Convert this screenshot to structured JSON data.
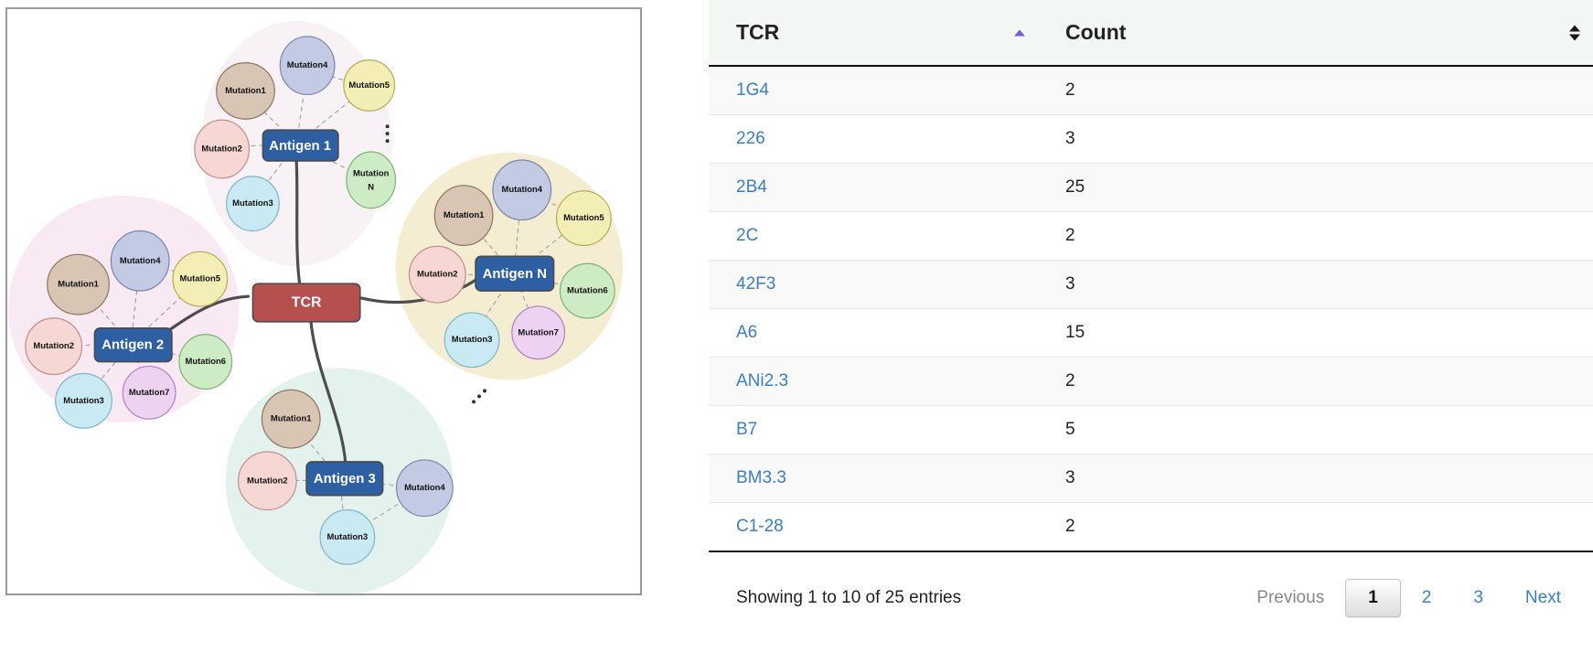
{
  "diagram": {
    "center": {
      "label": "TCR"
    },
    "ellipsis": {
      "vertical": "⋮",
      "diagonal": "⋰"
    },
    "clusters": [
      {
        "id": "antigen-1",
        "antigen": "Antigen 1",
        "halo_color": "#f8f1f6",
        "mutations": [
          {
            "label": "Mutation1",
            "fill": "#d8c5b4",
            "stroke": "#8a7560"
          },
          {
            "label": "Mutation4",
            "fill": "#c3cbe4",
            "stroke": "#7a84ab"
          },
          {
            "label": "Mutation5",
            "fill": "#f2eeb6",
            "stroke": "#b5ad52"
          },
          {
            "label": "Mutation2",
            "fill": "#f6d7d4",
            "stroke": "#c08d89"
          },
          {
            "label": "Mutation3",
            "fill": "#c9e9f3",
            "stroke": "#7fb5c8"
          },
          {
            "label": "Mutation N",
            "fill": "#cdecc6",
            "stroke": "#7fb273"
          }
        ]
      },
      {
        "id": "antigen-2",
        "antigen": "Antigen 2",
        "halo_color": "#f8e9f3",
        "mutations": [
          {
            "label": "Mutation1",
            "fill": "#d8c5b4",
            "stroke": "#8a7560"
          },
          {
            "label": "Mutation4",
            "fill": "#c3cbe4",
            "stroke": "#7a84ab"
          },
          {
            "label": "Mutation5",
            "fill": "#f2eeb6",
            "stroke": "#b5ad52"
          },
          {
            "label": "Mutation2",
            "fill": "#f6d7d4",
            "stroke": "#c08d89"
          },
          {
            "label": "Mutation3",
            "fill": "#c9e9f3",
            "stroke": "#7fb5c8"
          },
          {
            "label": "Mutation6",
            "fill": "#cdecc6",
            "stroke": "#7fb273"
          },
          {
            "label": "Mutation7",
            "fill": "#eed2f2",
            "stroke": "#b07ec0"
          }
        ]
      },
      {
        "id": "antigen-n",
        "antigen": "Antigen N",
        "halo_color": "#f4edd2",
        "mutations": [
          {
            "label": "Mutation1",
            "fill": "#d8c5b4",
            "stroke": "#8a7560"
          },
          {
            "label": "Mutation4",
            "fill": "#c3cbe4",
            "stroke": "#7a84ab"
          },
          {
            "label": "Mutation5",
            "fill": "#f2eeb6",
            "stroke": "#b5ad52"
          },
          {
            "label": "Mutation2",
            "fill": "#f6d7d4",
            "stroke": "#c08d89"
          },
          {
            "label": "Mutation6",
            "fill": "#cdecc6",
            "stroke": "#7fb273"
          },
          {
            "label": "Mutation3",
            "fill": "#c9e9f3",
            "stroke": "#7fb5c8"
          },
          {
            "label": "Mutation7",
            "fill": "#eed2f2",
            "stroke": "#b07ec0"
          }
        ]
      },
      {
        "id": "antigen-3",
        "antigen": "Antigen 3",
        "halo_color": "#e4f2ee",
        "mutations": [
          {
            "label": "Mutation1",
            "fill": "#d8c5b4",
            "stroke": "#8a7560"
          },
          {
            "label": "Mutation2",
            "fill": "#f6d7d4",
            "stroke": "#c08d89"
          },
          {
            "label": "Mutation4",
            "fill": "#c3cbe4",
            "stroke": "#7a84ab"
          },
          {
            "label": "Mutation3",
            "fill": "#c9e9f3",
            "stroke": "#7fb5c8"
          }
        ]
      }
    ],
    "colors": {
      "antigen_fill": "#2e5fa3",
      "tcr_fill": "#b6504e",
      "edge": "#4d4d4d",
      "dashed_edge": "#9e9e9e"
    }
  },
  "table": {
    "columns": [
      {
        "key": "tcr",
        "label": "TCR",
        "sort": "asc"
      },
      {
        "key": "count",
        "label": "Count",
        "sort": "none"
      }
    ],
    "rows": [
      {
        "tcr": "1G4",
        "count": "2"
      },
      {
        "tcr": "226",
        "count": "3"
      },
      {
        "tcr": "2B4",
        "count": "25"
      },
      {
        "tcr": "2C",
        "count": "2"
      },
      {
        "tcr": "42F3",
        "count": "3"
      },
      {
        "tcr": "A6",
        "count": "15"
      },
      {
        "tcr": "ANi2.3",
        "count": "2"
      },
      {
        "tcr": "B7",
        "count": "5"
      },
      {
        "tcr": "BM3.3",
        "count": "3"
      },
      {
        "tcr": "C1-28",
        "count": "2"
      }
    ],
    "footer": {
      "info": "Showing 1 to 10 of 25 entries",
      "previous_label": "Previous",
      "next_label": "Next",
      "pages": [
        "1",
        "2",
        "3"
      ],
      "current_page": "1"
    },
    "colors": {
      "header_active": "#3c9f6e",
      "header_idle": "#f2f7f4",
      "link": "#3c7ebf",
      "row_odd": "#f9f9f9",
      "row_even": "#ffffff"
    }
  }
}
